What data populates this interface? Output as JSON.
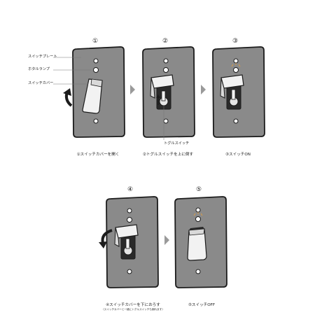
{
  "steps": [
    {
      "number": "①",
      "caption": "①スイッチカバーを開く"
    },
    {
      "number": "②",
      "caption": "②トグルスイッチを上に倒す"
    },
    {
      "number": "③",
      "caption": "③スイッチON"
    },
    {
      "number": "④",
      "caption": "④スイッチカバーを下におろす",
      "note": "（スイッチカバーと一緒にトグルスイッチも倒れます）"
    },
    {
      "number": "⑤",
      "caption": "⑤スイッチOFF"
    }
  ],
  "labels": {
    "switch_plate": "スイッチプレート",
    "pilot_lamp": "ホタルランプ",
    "switch_cover": "スイッチカバー",
    "toggle_switch": "トグルスイッチ"
  },
  "colors": {
    "plate": "#8a8a8a",
    "plate_border": "#1c1c1c",
    "lamp": "#e8a03a",
    "arrow_gray": "#9a9a9a"
  }
}
